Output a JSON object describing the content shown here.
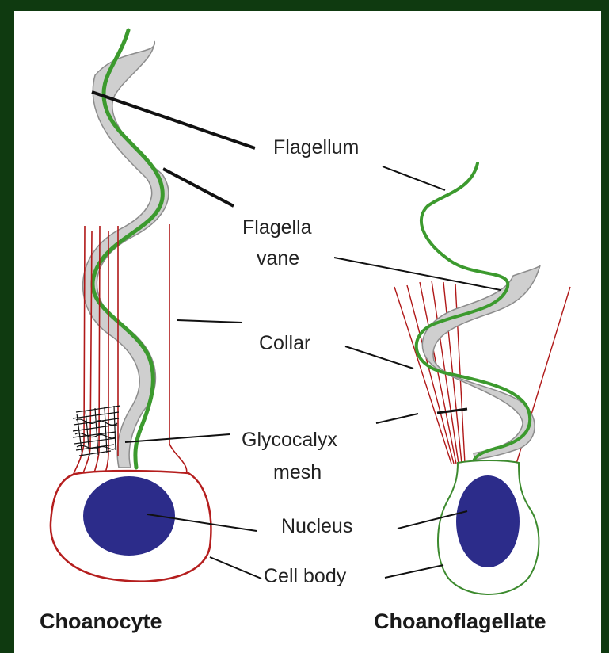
{
  "colors": {
    "frame": "#0f3a10",
    "background": "#ffffff",
    "flagellum": "#3c9a2e",
    "vane_fill": "#cfcfcf",
    "vane_stroke": "#8c8c8c",
    "collar": "#b01818",
    "choanocyte_cell": "#b51e1e",
    "choanoflagellate_cell": "#3c8a2e",
    "nucleus": "#2c2c8a",
    "leader": "#111111"
  },
  "labels": {
    "flagellum": "Flagellum",
    "flagella_line1": "Flagella",
    "flagella_line2": "vane",
    "collar": "Collar",
    "glycocalyx_line1": "Glycocalyx",
    "glycocalyx_line2": "mesh",
    "nucleus": "Nucleus",
    "cell_body": "Cell body"
  },
  "titles": {
    "left": "Choanocyte",
    "right": "Choanoflagellate"
  }
}
